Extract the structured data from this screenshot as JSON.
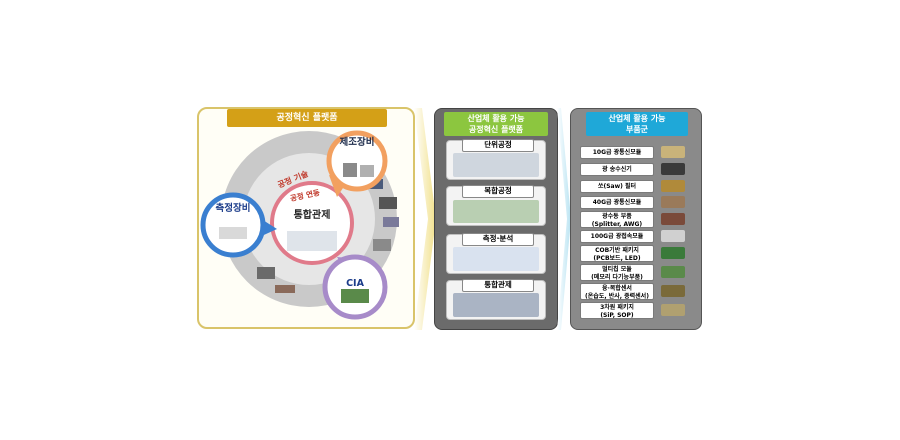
{
  "left_panel": {
    "title": "공정혁신 플랫폼",
    "center_label": "통합관제",
    "measure_label": "측정장비",
    "manufacture_label": "제조장비",
    "cia_label": "CIA",
    "ring_label_outer": "공정 기술",
    "ring_label_inner": "공정 연동"
  },
  "middle_panel": {
    "title_line1": "산업체 활용 가능",
    "title_line2": "공정혁신 플랫폼",
    "cards": [
      {
        "label": "단위공정"
      },
      {
        "label": "복합공정"
      },
      {
        "label": "측정·분석"
      },
      {
        "label": "통합관제"
      }
    ]
  },
  "right_panel": {
    "title_line1": "산업체 활용 가능",
    "title_line2": "부품군",
    "items": [
      {
        "line1": "10G급 광통신모듈",
        "line2": ""
      },
      {
        "line1": "광 송수신기",
        "line2": ""
      },
      {
        "line1": "쏘(Saw) 필터",
        "line2": ""
      },
      {
        "line1": "40G급 광통신모듈",
        "line2": ""
      },
      {
        "line1": "광수동 부품",
        "line2": "(Splitter, AWG)"
      },
      {
        "line1": "100G급 광접속모듈",
        "line2": ""
      },
      {
        "line1": "COB기반 패키지",
        "line2": "(PCB보드, LED)"
      },
      {
        "line1": "멀티칩 모듈",
        "line2": "(메모리 다기능부품)"
      },
      {
        "line1": "융·복합센서",
        "line2": "(온습도, 반사, 중력센서)"
      },
      {
        "line1": "3차원 패키지",
        "line2": "(SiP, SOP)"
      }
    ]
  },
  "colors": {
    "gold": "#d4a017",
    "green": "#8cc63f",
    "blue": "#1fa8d8",
    "measure_blue": "#3a7fd0",
    "manufacture_orange": "#f2a060",
    "cia_purple": "#a78bc9",
    "center_pink": "#e07a8a"
  }
}
